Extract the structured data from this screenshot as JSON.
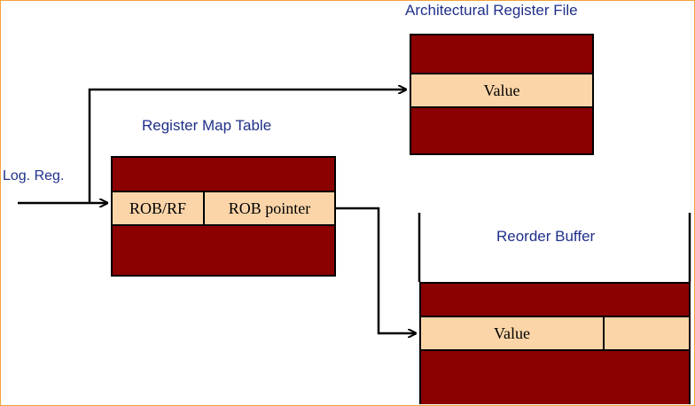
{
  "titles": {
    "arf": "Architectural Register File",
    "rmt": "Register Map Table",
    "rob": "Reorder Buffer"
  },
  "input_label": "Log. Reg.",
  "fields": {
    "arf_value": "Value",
    "rmt_robrf": "ROB/RF",
    "rmt_rob_pointer": "ROB pointer",
    "rob_value": "Value",
    "rob_extra": ""
  },
  "colors": {
    "block_fill": "#8b0000",
    "field_fill": "#fbd5a8",
    "title_text": "#1f2f8a",
    "frame_border": "#f2a23a"
  }
}
